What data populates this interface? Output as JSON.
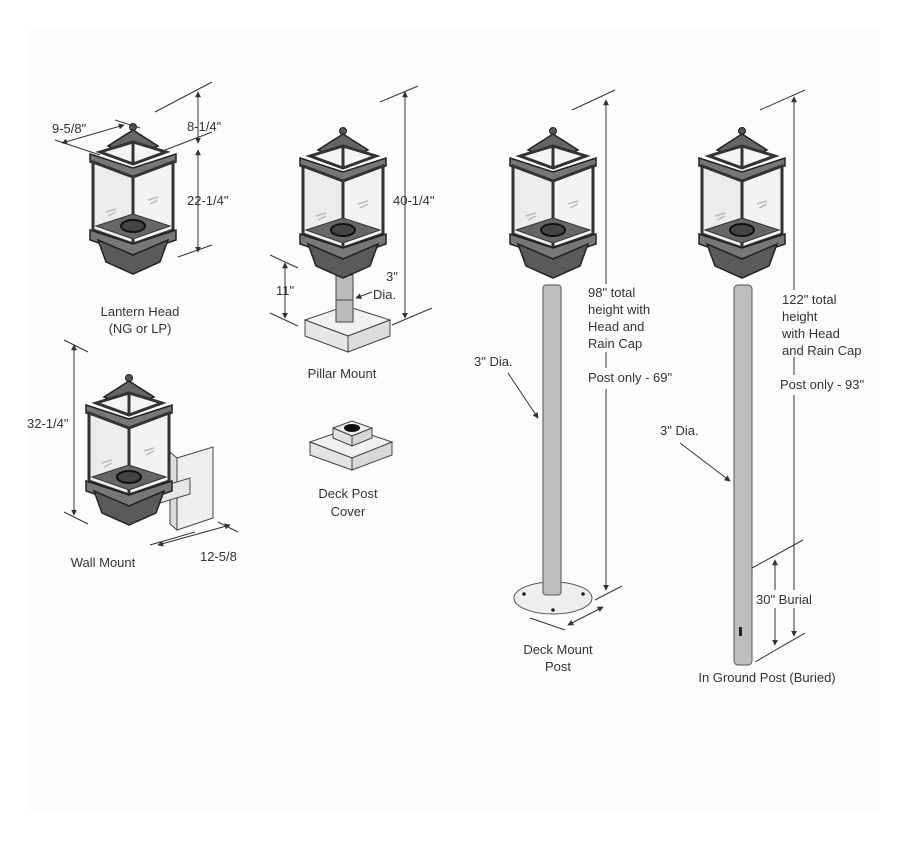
{
  "diagram": {
    "lantern_head": {
      "width": "9-5/8\"",
      "cap_height": "8-1/4\"",
      "body_height": "22-1/4\"",
      "label_line1": "Lantern Head",
      "label_line2": "(NG or LP)"
    },
    "pillar_mount": {
      "total_height": "40-1/4\"",
      "post_height": "11\"",
      "dia_line1": "3\"",
      "dia_line2": "Dia.",
      "label": "Pillar Mount"
    },
    "wall_mount": {
      "height": "32-1/4\"",
      "depth": "12-5/8",
      "label": "Wall Mount"
    },
    "deck_post_cover": {
      "label_line1": "Deck Post",
      "label_line2": "Cover"
    },
    "deck_mount_post": {
      "total_line1": "98\" total",
      "total_line2": "height with",
      "total_line3": "Head and",
      "total_line4": "Rain Cap",
      "post_only": "Post only - 69\"",
      "dia": "3\" Dia.",
      "label_line1": "Deck Mount",
      "label_line2": "Post"
    },
    "in_ground_post": {
      "total_line1": "122\" total",
      "total_line2": "height",
      "total_line3": "with Head",
      "total_line4": "and Rain Cap",
      "post_only": "Post only - 93\"",
      "dia": "3\" Dia.",
      "burial": "30\" Burial",
      "label": "In Ground Post (Buried)"
    }
  }
}
